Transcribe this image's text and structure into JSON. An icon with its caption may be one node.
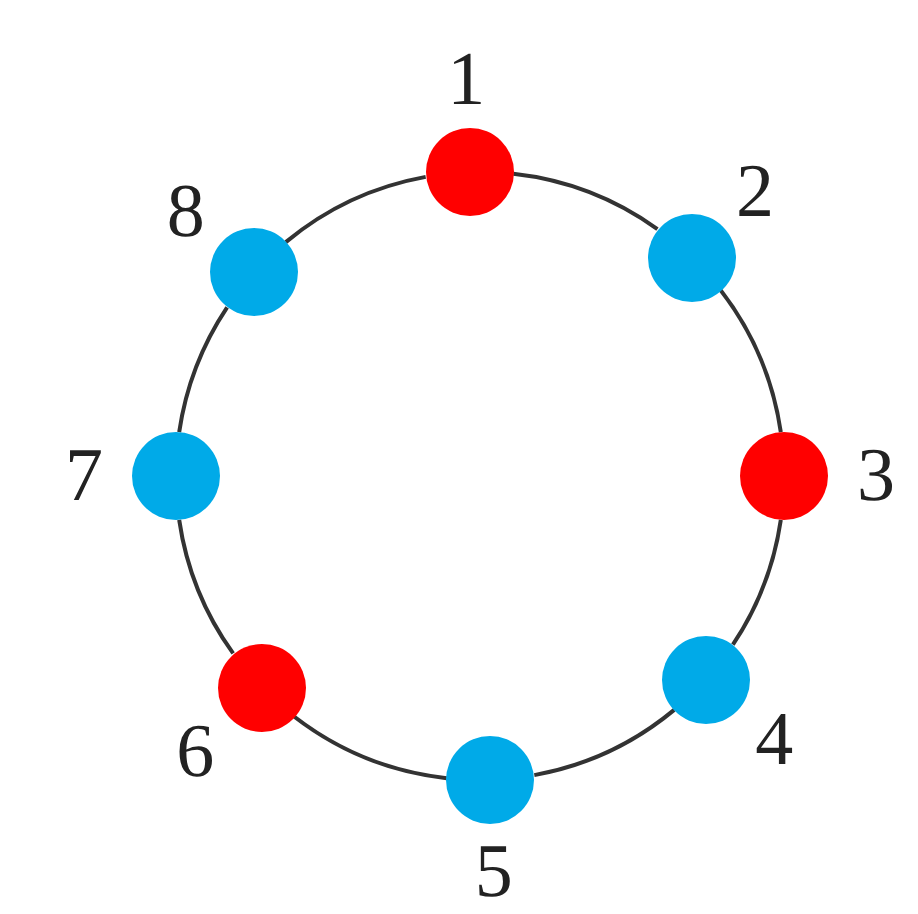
{
  "diagram": {
    "nodes": [
      {
        "text": [],
        "shape": "circle",
        "beside": [
          "1"
        ]
      },
      {
        "text": [],
        "shape": "circle",
        "beside": [
          "2"
        ]
      },
      {
        "text": [],
        "shape": "circle",
        "beside": [
          "3"
        ]
      },
      {
        "text": [],
        "shape": "circle",
        "beside": [
          "4"
        ]
      },
      {
        "text": [],
        "shape": "circle",
        "beside": [
          "5"
        ]
      },
      {
        "text": [],
        "shape": "circle",
        "beside": [
          "6"
        ]
      },
      {
        "text": [],
        "shape": "circle",
        "beside": [
          "7"
        ]
      },
      {
        "text": [],
        "shape": "circle",
        "beside": [
          "8"
        ]
      }
    ],
    "edges": [
      {
        "from": 0,
        "to": 1,
        "arrow": "none"
      },
      {
        "from": 1,
        "to": 2,
        "arrow": "none"
      },
      {
        "from": 2,
        "to": 3,
        "arrow": "none"
      },
      {
        "from": 3,
        "to": 4,
        "arrow": "none"
      },
      {
        "from": 4,
        "to": 5,
        "arrow": "none"
      },
      {
        "from": 5,
        "to": 6,
        "arrow": "none"
      },
      {
        "from": 6,
        "to": 7,
        "arrow": "none"
      },
      {
        "from": 7,
        "to": 0,
        "arrow": "none"
      }
    ]
  }
}
